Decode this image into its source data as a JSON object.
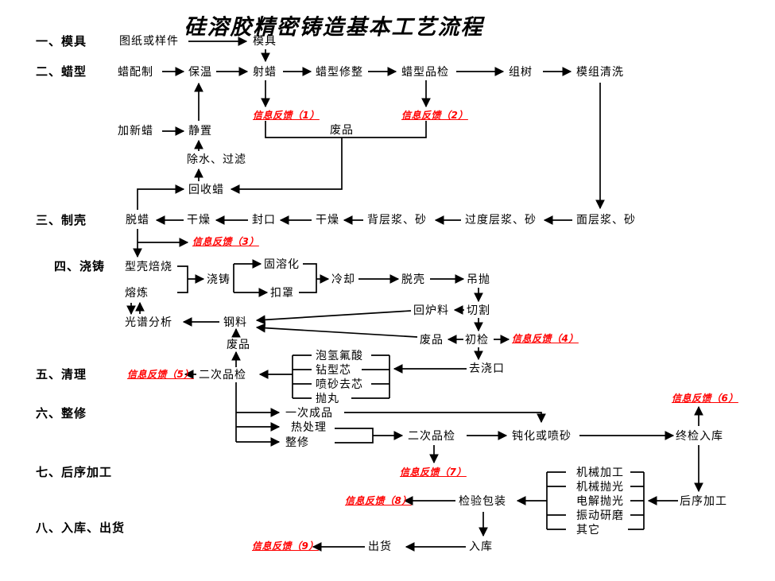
{
  "title": "硅溶胶精密铸造基本工艺流程",
  "colors": {
    "feedback": "#ff0000",
    "line": "#000000",
    "text": "#000000"
  },
  "sections": {
    "s1": {
      "label": "一、模具"
    },
    "s2": {
      "label": "二、蜡型"
    },
    "s3": {
      "label": "三、制壳"
    },
    "s4": {
      "label": "四、浇铸"
    },
    "s5": {
      "label": "五、清理"
    },
    "s6": {
      "label": "六、整修"
    },
    "s7": {
      "label": "七、后序加工"
    },
    "s8": {
      "label": "八、入库、出货"
    }
  },
  "nodes": {
    "tuzhi": {
      "label": "图纸或样件"
    },
    "muju": {
      "label": "模具"
    },
    "lapeizhi": {
      "label": "蜡配制"
    },
    "baowen": {
      "label": "保温"
    },
    "shela": {
      "label": "射蜡"
    },
    "laxiu": {
      "label": "蜡型修整"
    },
    "lajian": {
      "label": "蜡型品检"
    },
    "zushu": {
      "label": "组树"
    },
    "muzu": {
      "label": "模组清洗"
    },
    "jiaxinla": {
      "label": "加新蜡"
    },
    "jingzhi": {
      "label": "静置"
    },
    "feipin_wax": {
      "label": "废品"
    },
    "chushui": {
      "label": "除水、过滤"
    },
    "huishoula": {
      "label": "回收蜡"
    },
    "tuola": {
      "label": "脱蜡"
    },
    "ganzao1": {
      "label": "干燥"
    },
    "fengkou": {
      "label": "封口"
    },
    "ganzao2": {
      "label": "干燥"
    },
    "beiceng": {
      "label": "背层浆、砂"
    },
    "guodu": {
      "label": "过度层浆、砂"
    },
    "mianceng": {
      "label": "面层浆、砂"
    },
    "xingke": {
      "label": "型壳焙烧"
    },
    "ronglian": {
      "label": "熔炼"
    },
    "jiaozhu": {
      "label": "浇铸"
    },
    "gurong": {
      "label": "固溶化"
    },
    "kouzhao": {
      "label": "扣罩"
    },
    "lengque": {
      "label": "冷却"
    },
    "tuoke": {
      "label": "脱壳"
    },
    "diaopao": {
      "label": "吊抛"
    },
    "huiluliao": {
      "label": "回炉料"
    },
    "qiege": {
      "label": "切割"
    },
    "guangpu": {
      "label": "光谱分析"
    },
    "gangliao": {
      "label": "钢料"
    },
    "feipin_steel": {
      "label": "废品"
    },
    "feipin_chujian": {
      "label": "废品"
    },
    "chujian": {
      "label": "初检"
    },
    "qujiaokou": {
      "label": "去浇口"
    },
    "pao_hf": {
      "label": "泡氢氟酸"
    },
    "zuanxin": {
      "label": "钻型芯"
    },
    "pensha": {
      "label": "喷砂去芯"
    },
    "paowan": {
      "label": "抛丸"
    },
    "erci1": {
      "label": "二次品检"
    },
    "yici": {
      "label": "一次成品"
    },
    "rechuli": {
      "label": "热处理"
    },
    "zhengxiu": {
      "label": "整修"
    },
    "erci2": {
      "label": "二次品检"
    },
    "dunhua": {
      "label": "钝化或喷砂"
    },
    "zhongjian": {
      "label": "终检入库"
    },
    "jixie1": {
      "label": "机械加工"
    },
    "jixie2": {
      "label": "机械抛光"
    },
    "dianjie": {
      "label": "电解抛光"
    },
    "zhendong": {
      "label": "振动研磨"
    },
    "qita": {
      "label": "其它"
    },
    "houxu": {
      "label": "后序加工"
    },
    "jianyan": {
      "label": "检验包装"
    },
    "ruku": {
      "label": "入库"
    },
    "chuhuo": {
      "label": "出货"
    }
  },
  "feedback": {
    "fb1": {
      "label": "信息反馈（1）"
    },
    "fb2": {
      "label": "信息反馈（2）"
    },
    "fb3": {
      "label": "信息反馈（3）"
    },
    "fb4": {
      "label": "信息反馈（4）"
    },
    "fb5": {
      "label": "信息反馈（5）"
    },
    "fb6": {
      "label": "信息反馈（6）"
    },
    "fb7": {
      "label": "信息反馈（7）"
    },
    "fb8": {
      "label": "信息反馈（8）"
    },
    "fb9": {
      "label": "信息反馈（9）"
    }
  }
}
